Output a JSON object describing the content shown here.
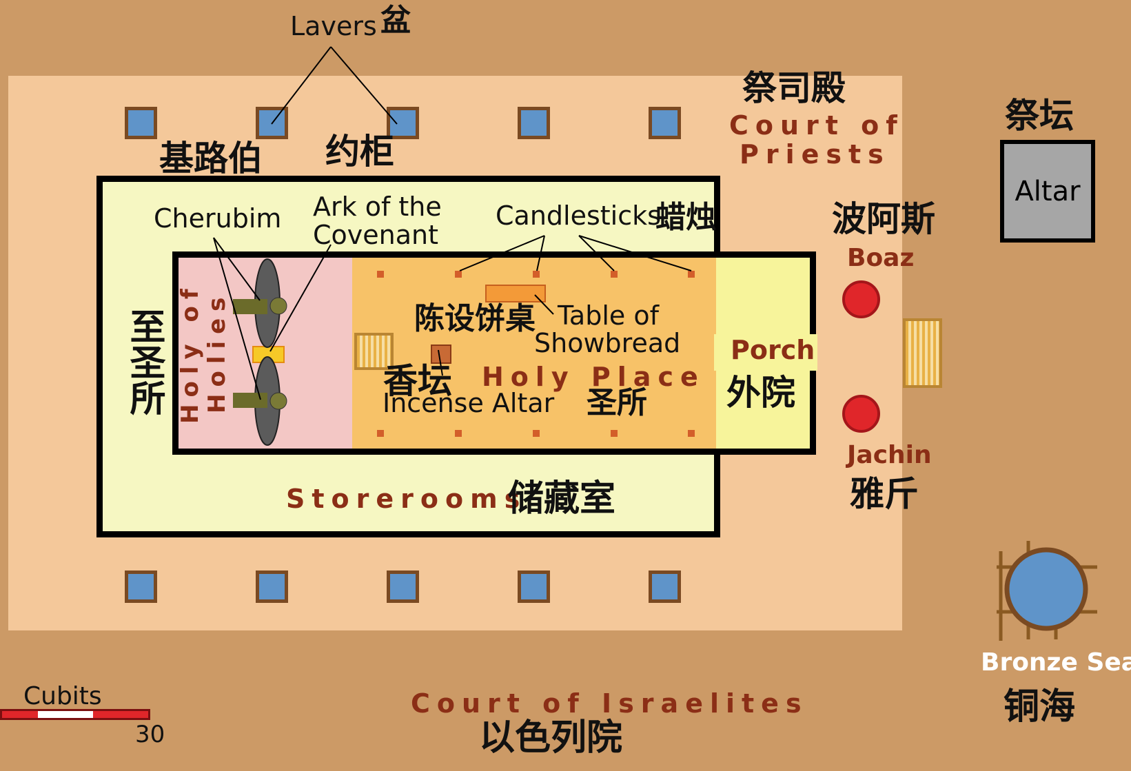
{
  "labels": {
    "lavers_en": "Lavers",
    "lavers_zh": "盆",
    "court_priests_zh": "祭司殿",
    "court_priests_line1": "Court of",
    "court_priests_line2": "Priests",
    "altar_zh": "祭坛",
    "altar_en": "Altar",
    "cherubim_zh": "基路伯",
    "ark_zh": "约柜",
    "cherubim_en": "Cherubim",
    "ark_line1": "Ark of the",
    "ark_line2": "Covenant",
    "candlesticks_en": "Candlesticks",
    "candlesticks_zh": "蜡烛",
    "boaz_zh": "波阿斯",
    "boaz_en": "Boaz",
    "holy_holies_zh": "至圣所",
    "holy_holies_line1": "Holy of",
    "holy_holies_line2": "Holies",
    "showbread_zh": "陈设饼桌",
    "showbread_line1": "Table of",
    "showbread_line2": "Showbread",
    "incense_zh": "香坛",
    "incense_en": "Incense Altar",
    "holy_place_en": "Holy Place",
    "holy_place_zh": "圣所",
    "porch_en": "Porch",
    "porch_zh": "外院",
    "jachin_en": "Jachin",
    "jachin_zh": "雅斤",
    "storerooms_en": "Storerooms",
    "storerooms_zh": "储藏室",
    "bronze_sea_en": "Bronze Sea",
    "bronze_sea_zh": "铜海",
    "court_israelites_en": "Court of Israelites",
    "court_israelites_zh": "以色列院",
    "scale_unit": "Cubits",
    "scale_value": "30"
  }
}
